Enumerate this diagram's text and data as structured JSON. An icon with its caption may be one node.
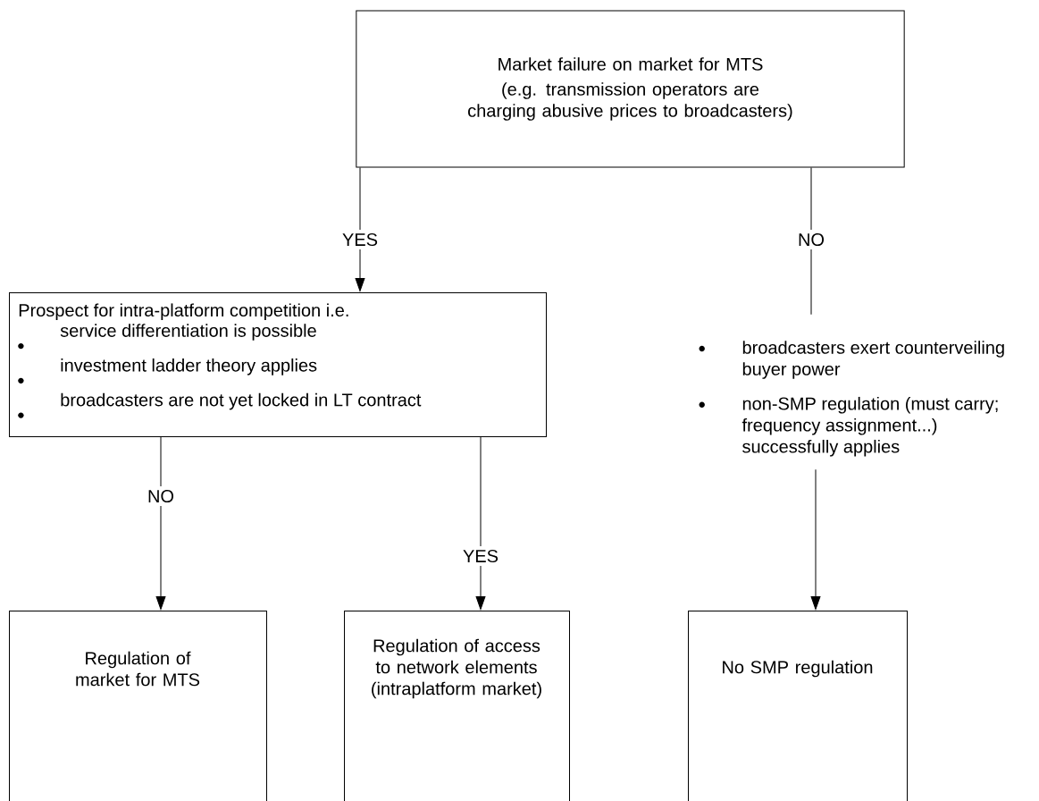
{
  "diagram": {
    "nodes": [
      {
        "text": [
          "Market failure on market for MTS",
          "(e.g. transmission operators are charging abusive prices to broadcasters)"
        ]
      },
      {
        "text": [
          "Prospect for intra-platform competition i.e.",
          "service differentiation is possible",
          "investment ladder theory applies",
          "broadcasters are not yet locked in LT contract"
        ]
      },
      {
        "text": [
          "broadcasters exert counterveiling buyer power",
          "non-SMP regulation (must carry; frequency assignment...) successfully applies"
        ]
      },
      {
        "text": [
          "Regulation of market for MTS"
        ]
      },
      {
        "text": [
          "Regulation of access to network elements (intraplatform market)"
        ]
      },
      {
        "text": [
          "No SMP regulation"
        ]
      }
    ],
    "edges": [
      {
        "from": 0,
        "to": 1,
        "arrow": "to",
        "label": "YES"
      },
      {
        "from": 0,
        "to": 2,
        "arrow": "none",
        "label": "NO"
      },
      {
        "from": 1,
        "to": 3,
        "arrow": "to",
        "label": "NO"
      },
      {
        "from": 1,
        "to": 4,
        "arrow": "to",
        "label": "YES"
      },
      {
        "from": 2,
        "to": 5,
        "arrow": "to"
      }
    ]
  }
}
